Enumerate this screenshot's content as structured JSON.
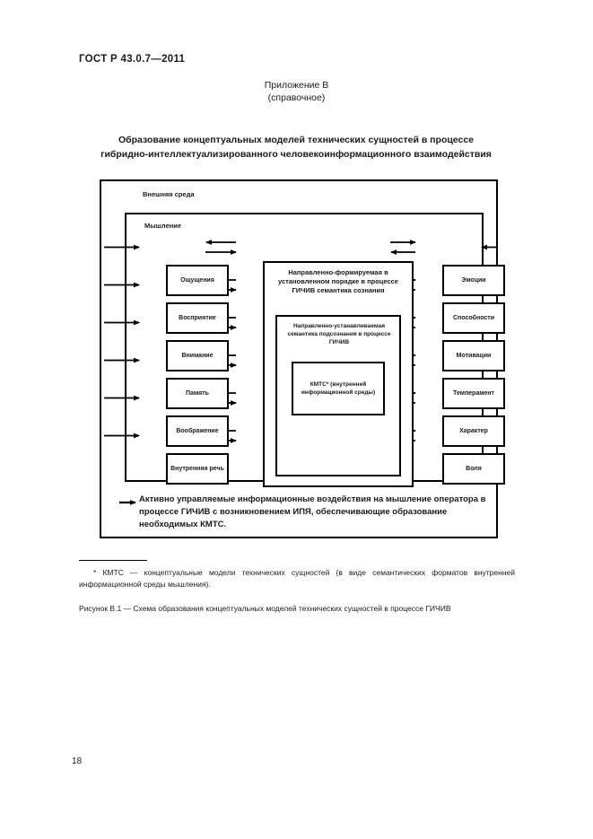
{
  "header": {
    "standard_id": "ГОСТ Р 43.0.7—2011"
  },
  "appendix": {
    "title": "Приложение В",
    "subtitle": "(справочное)"
  },
  "doc_title": {
    "line1": "Образование концептуальных моделей технических сущностей в процессе",
    "line2": "гибридно-интеллектуализированного человекоинформационного взаимодействия"
  },
  "figure": {
    "outer_label": "Внешняя среда",
    "inner_label": "Мышление",
    "left_nodes": [
      "Ощущения",
      "Восприятие",
      "Внимание",
      "Память",
      "Воображение",
      "Внутренняя речь"
    ],
    "right_nodes": [
      "Эмоции",
      "Способности",
      "Мотивации",
      "Темперамент",
      "Характер",
      "Воля"
    ],
    "center": {
      "title": "Направленно-формируемая в установленном порядке в процессе ГИЧИВ семантика сознания",
      "middle_title": "Направленно-устанавливаемая семантика подсознания в процессе ГИЧИВ",
      "core_text": "КМТС* (внутренней информационной среды)"
    },
    "legend": "Активно управляемые информационные воздействия на мышление оператора в процессе ГИЧИВ с возникновением ИПЯ, обеспечивающие образование необходимых КМТС."
  },
  "footnote": "* КМТС — концептуальные модели технических сущностей (в виде семантических форматов внутренней информационной среды мышления).",
  "caption": "Рисунок В.1 — Схема образования концептуальных моделей технических сущностей в процессе ГИЧИВ",
  "page_number": "18",
  "colors": {
    "ink": "#000000",
    "text": "#1a1a1a",
    "paper": "#ffffff"
  }
}
